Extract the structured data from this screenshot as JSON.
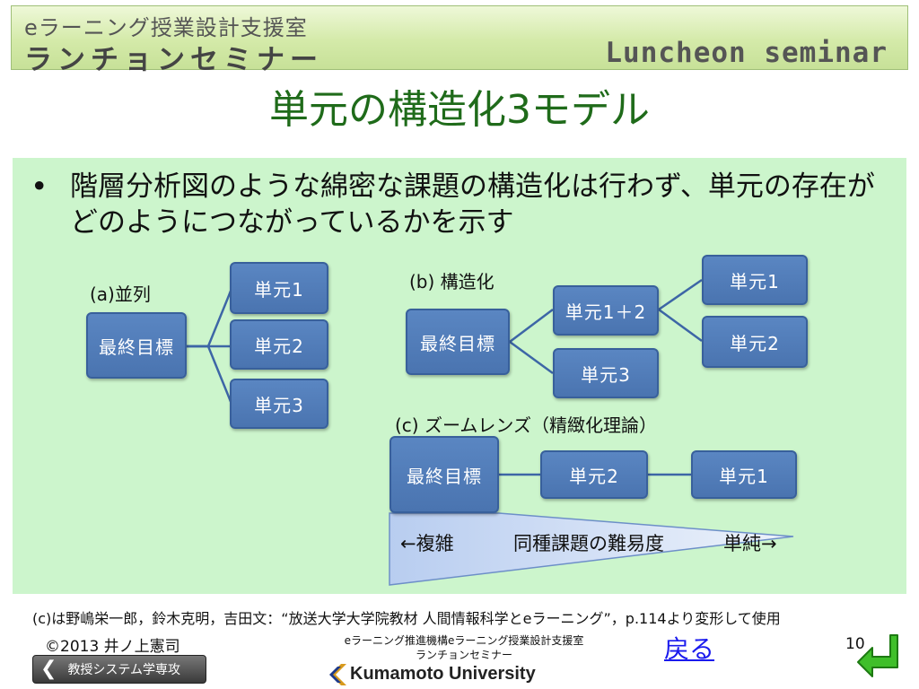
{
  "header": {
    "line1": "eラーニング授業設計支援室",
    "line2": "ランチョンセミナー",
    "english": "Luncheon seminar"
  },
  "slide": {
    "title": "単元の構造化3モデル",
    "bullet_marker": "•",
    "bullet_text": "階層分析図のような綿密な課題の構造化は行わず、単元の存在がどのようにつながっているかを示す"
  },
  "diagram_a": {
    "label": "(a)並列",
    "root": "最終目標",
    "units": [
      "単元1",
      "単元2",
      "単元3"
    ]
  },
  "diagram_b": {
    "label": "(b) 構造化",
    "root": "最終目標",
    "middle": "単元1＋2",
    "top_right": "単元1",
    "bottom_right": "単元2",
    "bottom": "単元3"
  },
  "diagram_c": {
    "label": "(c) ズームレンズ（精緻化理論）",
    "root": "最終目標",
    "unit_mid": "単元2",
    "unit_right": "単元1",
    "scale_left": "←複雑",
    "scale_center": "同種課題の難易度",
    "scale_right": "単純→"
  },
  "footnote": "(c)は野嶋栄一郎，鈴木克明，吉田文：“放送大学大学院教材 人間情報科学とeラーニング”，p.114より変形して使用",
  "footer": {
    "copyright": "©2013 井ノ上憲司",
    "center_line1": "eラーニング推進機構eラーニング授業設計支援室",
    "center_line2": "ランチョンセミナー",
    "university": "Kumamoto University",
    "back_link": "戻る",
    "page_number": "10",
    "dept_button": "教授システム学専攻"
  },
  "colors": {
    "title_green": "#1f6b1a",
    "panel_green": "#ccf5cc",
    "box_blue": "#4f7bb7",
    "link_blue": "#1a1aee"
  }
}
